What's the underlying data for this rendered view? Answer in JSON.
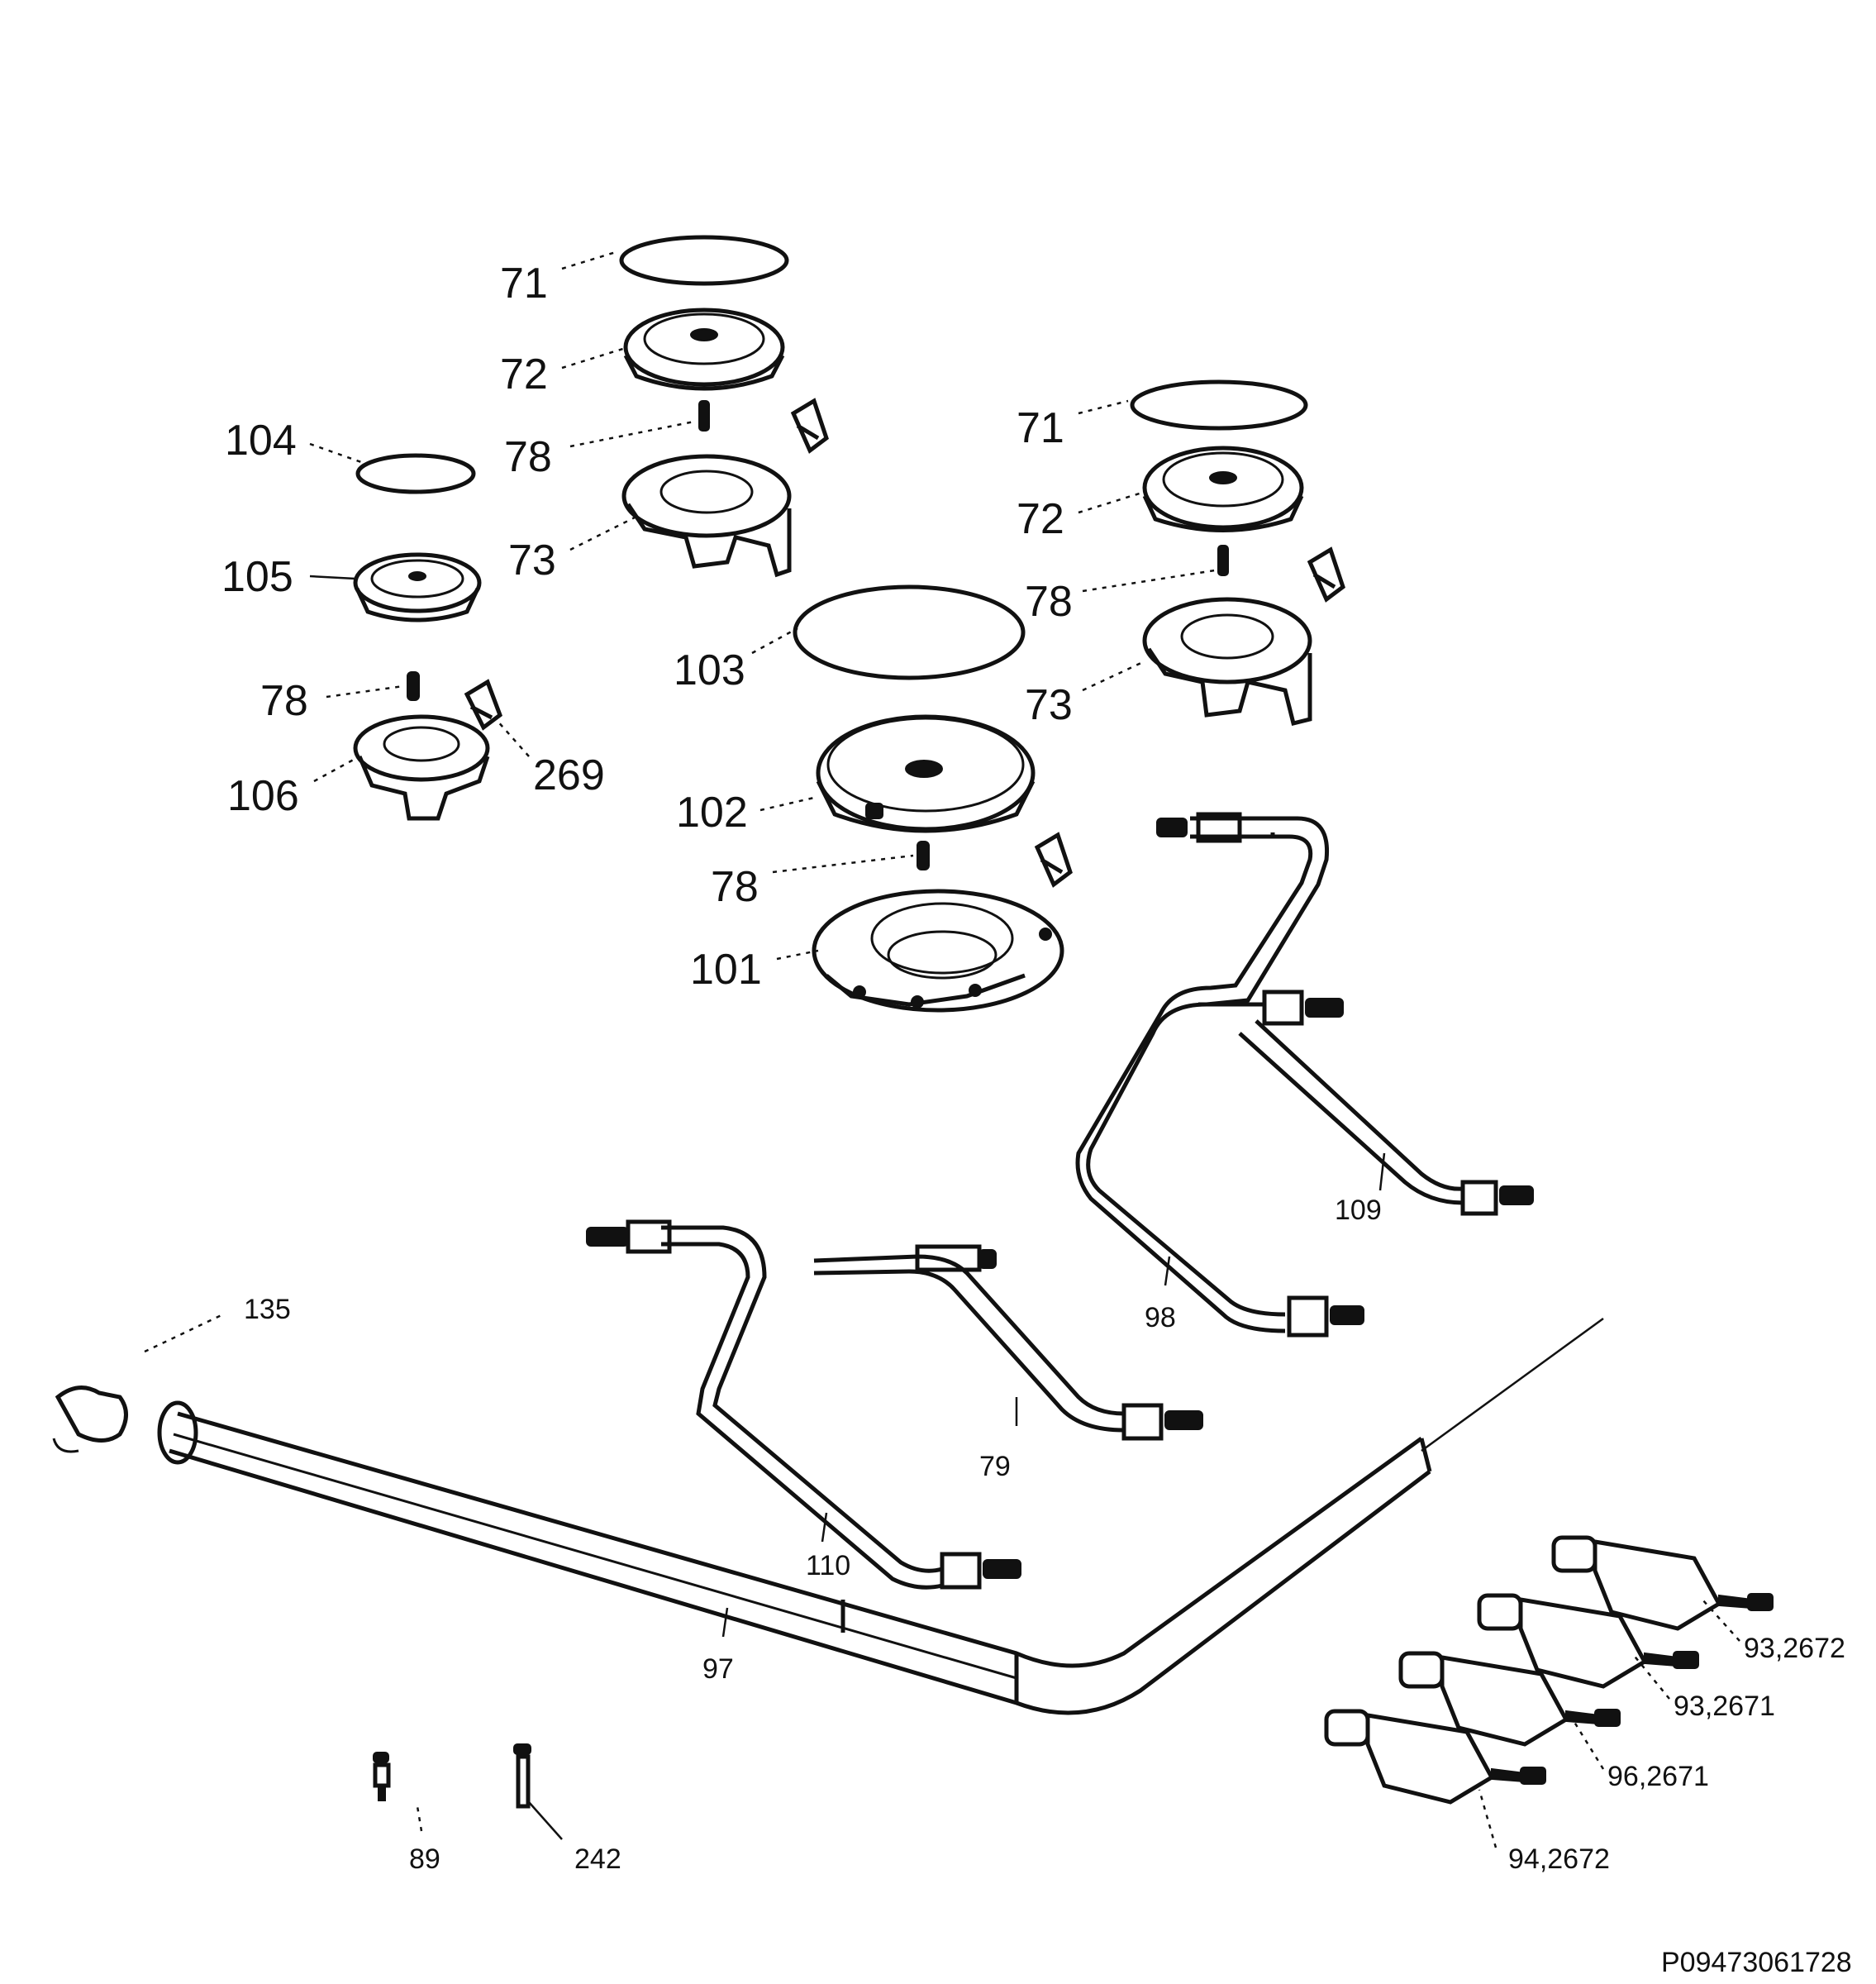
{
  "callouts": {
    "c71a": "71",
    "c72a": "72",
    "c78a": "78",
    "c73a": "73",
    "c104": "104",
    "c105": "105",
    "c78b": "78",
    "c106": "106",
    "c269": "269",
    "c71b": "71",
    "c72b": "72",
    "c78c": "78",
    "c73b": "73",
    "c103": "103",
    "c102": "102",
    "c78d": "78",
    "c101": "101",
    "c109": "109",
    "c98": "98",
    "c79": "79",
    "c110": "110",
    "c97": "97",
    "c135": "135",
    "c89": "89",
    "c242": "242",
    "v93_2672": "93,2672",
    "v93_2671": "93,2671",
    "v96_2671": "96,2671",
    "v94_2672": "94,2672"
  },
  "reference_code": "P09473061728"
}
